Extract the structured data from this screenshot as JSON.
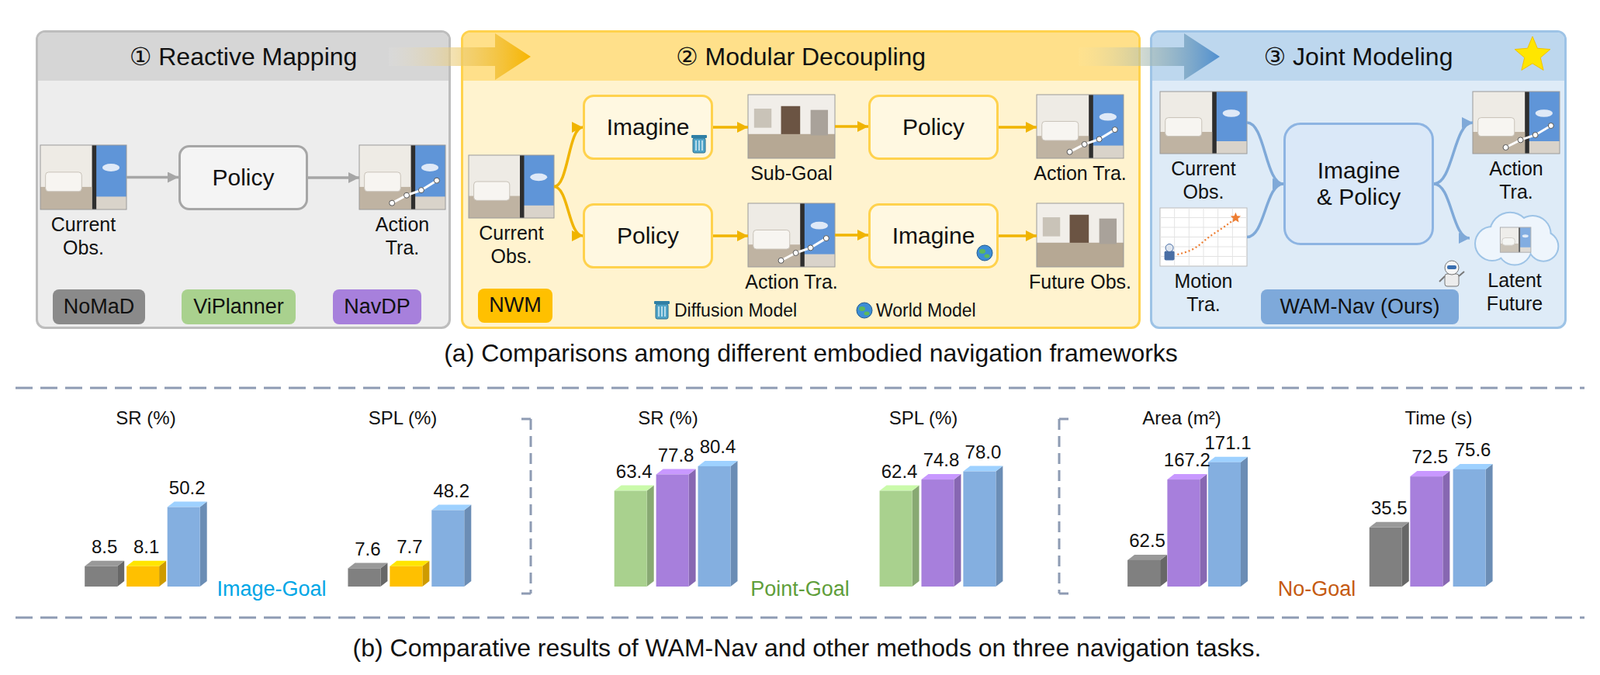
{
  "diagram": {
    "nodes": [
      {
        "text": [
          "① Reactive Mapping"
        ]
      },
      {
        "text": [
          "Current Obs."
        ],
        "in": 0
      },
      {
        "text": [
          "Policy"
        ],
        "in": 0
      },
      {
        "text": [
          "Action Tra."
        ],
        "in": 0
      },
      {
        "text": [
          "NoMaD"
        ],
        "in": 0
      },
      {
        "text": [
          "ViPlanner"
        ],
        "in": 0
      },
      {
        "text": [
          "NavDP"
        ],
        "in": 0
      },
      {
        "text": [
          "② Modular Decoupling"
        ]
      },
      {
        "text": [
          "Current Obs."
        ],
        "in": 7
      },
      {
        "text": [
          "Imagine"
        ],
        "in": 7
      },
      {
        "text": [
          "Sub-Goal"
        ],
        "in": 7
      },
      {
        "text": [
          "Policy"
        ],
        "in": 7
      },
      {
        "text": [
          "Action Tra."
        ],
        "in": 7
      },
      {
        "text": [
          "Policy"
        ],
        "in": 7
      },
      {
        "text": [
          "Action Tra."
        ],
        "in": 7
      },
      {
        "text": [
          "Imagine"
        ],
        "in": 7
      },
      {
        "text": [
          "Future Obs."
        ],
        "in": 7
      },
      {
        "text": [
          "NWM"
        ],
        "in": 7
      },
      {
        "text": [
          "③ Joint Modeling"
        ]
      },
      {
        "text": [
          "Current Obs."
        ],
        "in": 18
      },
      {
        "text": [
          "Motion Tra."
        ],
        "in": 18
      },
      {
        "text": [
          "Imagine & Policy"
        ],
        "in": 18
      },
      {
        "text": [
          "Action Tra."
        ],
        "in": 18
      },
      {
        "text": [
          "Latent Future"
        ],
        "in": 18
      },
      {
        "text": [
          "WAM-Nav (Ours)"
        ],
        "in": 18
      }
    ],
    "edges": [
      {
        "from": 0,
        "to": 7,
        "arrow": "to"
      },
      {
        "from": 7,
        "to": 18,
        "arrow": "to"
      },
      {
        "from": 1,
        "to": 2,
        "arrow": "to"
      },
      {
        "from": 2,
        "to": 3,
        "arrow": "to"
      },
      {
        "from": 8,
        "to": 9,
        "arrow": "to"
      },
      {
        "from": 8,
        "to": 13,
        "arrow": "to"
      },
      {
        "from": 9,
        "to": 10,
        "arrow": "to"
      },
      {
        "from": 10,
        "to": 11,
        "arrow": "to"
      },
      {
        "from": 11,
        "to": 12,
        "arrow": "to"
      },
      {
        "from": 13,
        "to": 14,
        "arrow": "to"
      },
      {
        "from": 14,
        "to": 15,
        "arrow": "to"
      },
      {
        "from": 15,
        "to": 16,
        "arrow": "to"
      },
      {
        "from": 19,
        "to": 21,
        "arrow": "to"
      },
      {
        "from": 20,
        "to": 21,
        "arrow": "to"
      },
      {
        "from": 21,
        "to": 22,
        "arrow": "to"
      },
      {
        "from": 21,
        "to": 23,
        "arrow": "to"
      }
    ],
    "labels": [
      "(a) Comparisons among different embodied navigation frameworks",
      "SR (%)",
      "SPL (%)",
      "SR (%)",
      "SPL (%)",
      "Area (m²)",
      "Time (s)",
      "8.5",
      "8.1",
      "50.2",
      "7.6",
      "7.7",
      "48.2",
      "63.4",
      "77.8",
      "80.4",
      "62.4",
      "74.8",
      "78.0",
      "62.5",
      "167.2",
      "171.1",
      "35.5",
      "72.5",
      "75.6",
      "Image-Goal",
      "Point-Goal",
      "No-Goal",
      "(b) Comparative results of WAM-Nav and other methods on three navigation tasks."
    ],
    "legend": [
      {
        "text": "Diffusion Model"
      },
      {
        "text": "World Model"
      }
    ]
  }
}
